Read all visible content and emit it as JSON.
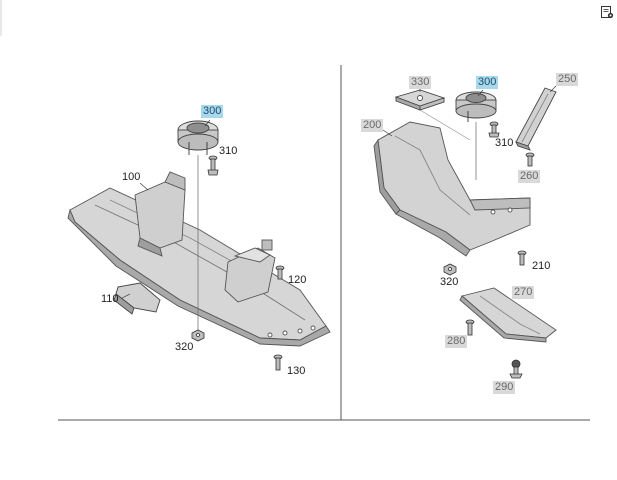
{
  "toolbar": {
    "icon": "document-settings-icon"
  },
  "left_view": {
    "labels": {
      "l300": "300",
      "l310": "310",
      "l100": "100",
      "l120": "120",
      "l110": "110",
      "l320": "320",
      "l130": "130"
    }
  },
  "right_view": {
    "labels": {
      "l330": "330",
      "l300": "300",
      "l250": "250",
      "l200": "200",
      "l310": "310",
      "l260": "260",
      "l210": "210",
      "l320": "320",
      "l270": "270",
      "l280": "280",
      "l290": "290"
    }
  },
  "colors": {
    "highlight": "#a8d8ee",
    "label_grey": "#d9d9d9",
    "part_fill": "#d4d4d4",
    "part_stroke": "#555555"
  }
}
